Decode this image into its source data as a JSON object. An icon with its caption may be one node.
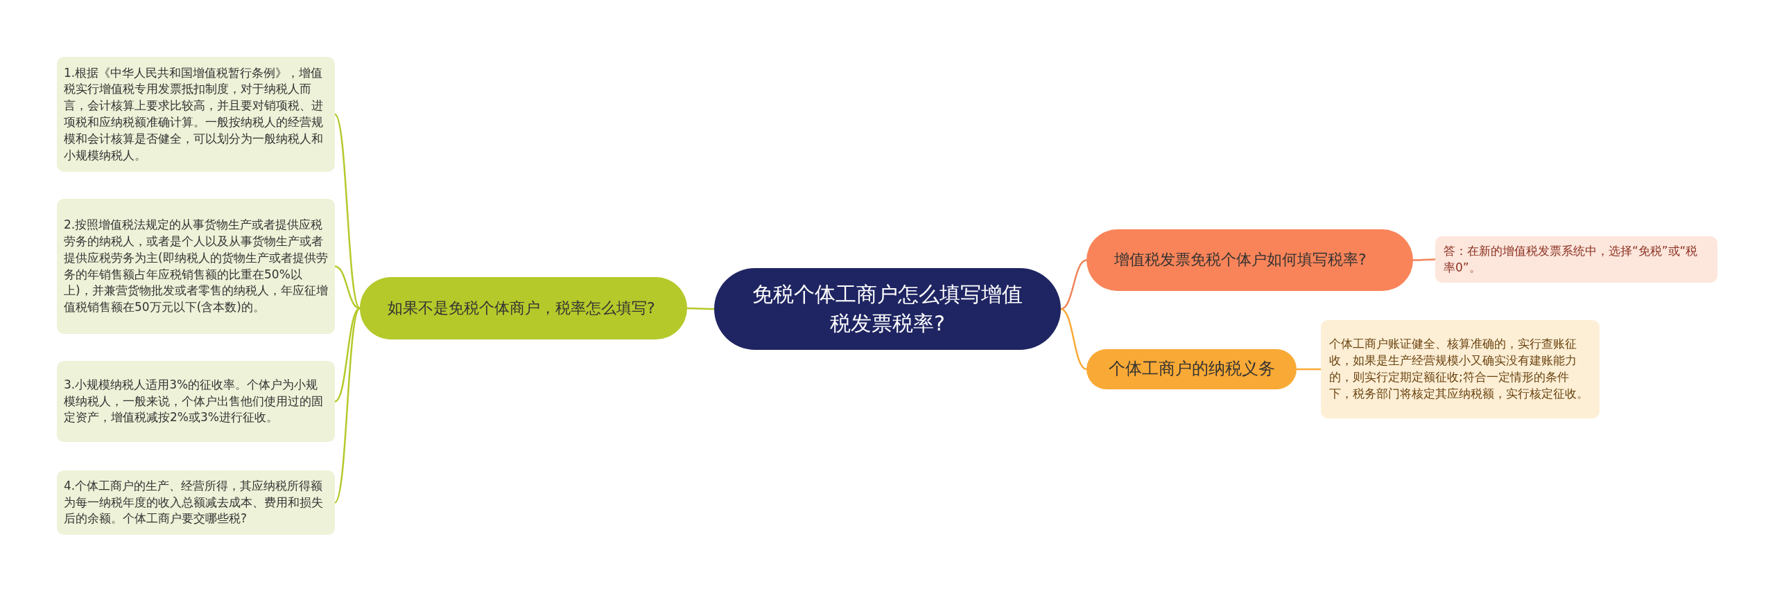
{
  "diagram": {
    "nodes": [
      {
        "text": [
          "免税个体工商户怎么填写增值税发票税率?"
        ]
      },
      {
        "text": [
          "如果不是免税个体商户，税率怎么填写?"
        ]
      },
      {
        "text": [
          "增值税发票免税个体户如何填写税率?"
        ]
      },
      {
        "text": [
          "答：在新的增值税发票系统中，选择“免税”或“税率0”。"
        ]
      },
      {
        "text": [
          "个体工商户的纳税义务"
        ]
      },
      {
        "text": [
          "个体工商户账证健全、核算准确的，实行查账征收，如果是生产经营规模小又确实没有建账能力的，则实行定期定额征收;符合一定情形的条件下，税务部门将核定其应纳税额，实行核定征收。"
        ]
      },
      {
        "text": [
          "1.根据《中华人民共和国增值税暂行条例》，增值税实行增值税专用发票抵扣制度，对于纳税人而言，会计核算上要求比较高，并且要对销项税、进项税和应纳税额准确计算。一般按纳税人的经营规模和会计核算是否健全，可以划分为一般纳税人和小规模纳税人。"
        ]
      },
      {
        "text": [
          "2.按照增值税法规定的从事货物生产或者提供应税劳务的纳税人，或者是个人以及从事货物生产或者提供应税劳务为主(即纳税人的货物生产或者提供劳务的年销售额占年应税销售额的比重在50%以上)，并兼营货物批发或者零售的纳税人，年应征增值税销售额在50万元以下(含本数)的。"
        ]
      },
      {
        "text": [
          "3.小规模纳税人适用3%的征收率。个体户为小规模纳税人，一般来说，个体户出售他们使用过的固定资产，增值税减按2%或3%进行征收。"
        ]
      },
      {
        "text": [
          "4.个体工商户的生产、经营所得，其应纳税所得额为每一纳税年度的收入总额减去成本、费用和损失后的余额。个体工商户要交哪些税?"
        ]
      }
    ],
    "edges": [
      {
        "from": 0,
        "to": 1,
        "arrow": "none"
      },
      {
        "from": 0,
        "to": 2,
        "arrow": "none",
        "color": "#f08458"
      },
      {
        "from": 2,
        "to": 3,
        "arrow": "none",
        "color": "#f08458"
      },
      {
        "from": 0,
        "to": 4,
        "arrow": "none",
        "color": "#f9a935"
      },
      {
        "from": 4,
        "to": 5,
        "arrow": "none",
        "color": "#f9a935"
      },
      {
        "from": 1,
        "to": 6,
        "arrow": "none"
      },
      {
        "from": 1,
        "to": 7,
        "arrow": "none"
      },
      {
        "from": 1,
        "to": 8,
        "arrow": "none"
      },
      {
        "from": 1,
        "to": 9,
        "arrow": "none"
      }
    ]
  }
}
